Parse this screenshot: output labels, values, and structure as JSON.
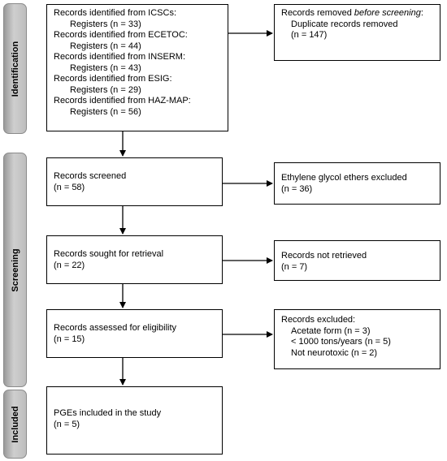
{
  "phases": {
    "identification": "Identification",
    "screening": "Screening",
    "included": "Included"
  },
  "identification": {
    "lines": [
      "Records identified from ICSCs:",
      "Registers (n = 33)",
      "Records identified from ECETOC:",
      "Registers (n = 44)",
      "Records identified from INSERM:",
      "Registers (n = 43)",
      "Records identified from ESIG:",
      "Registers (n = 29)",
      "Records identified from HAZ-MAP:",
      "Registers (n = 56)"
    ]
  },
  "removed": {
    "prefix": "Records removed ",
    "emph": "before screening",
    "suffix": ":",
    "line2": "Duplicate records removed",
    "line3": "(n = 147)"
  },
  "screened": {
    "line1": "Records screened",
    "line2": "(n = 58)"
  },
  "ethylene": {
    "line1": "Ethylene glycol ethers excluded",
    "line2": "(n = 36)"
  },
  "sought": {
    "line1": "Records sought for retrieval",
    "line2": "(n = 22)"
  },
  "not_retrieved": {
    "line1": "Records not retrieved",
    "line2": "(n = 7)"
  },
  "assessed": {
    "line1": "Records assessed for eligibility",
    "line2": "(n = 15)"
  },
  "excluded": {
    "line1": "Records excluded:",
    "items": [
      "Acetate form (n = 3)",
      "< 1000 tons/years (n = 5)",
      "Not neurotoxic (n = 2)"
    ]
  },
  "included": {
    "line1": "PGEs included in the study",
    "line2": "(n = 5)"
  }
}
